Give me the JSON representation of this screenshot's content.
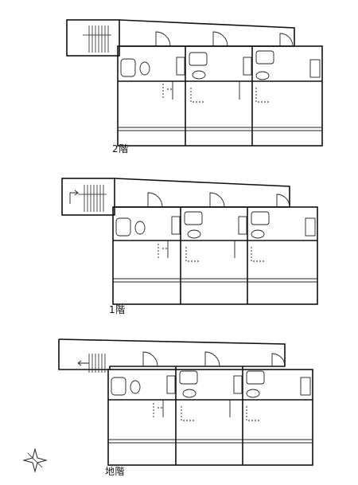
{
  "floors": [
    {
      "label": "2階"
    },
    {
      "label": "1階"
    },
    {
      "label": "地階"
    }
  ],
  "icons": {
    "compass": "compass-north-icon"
  }
}
